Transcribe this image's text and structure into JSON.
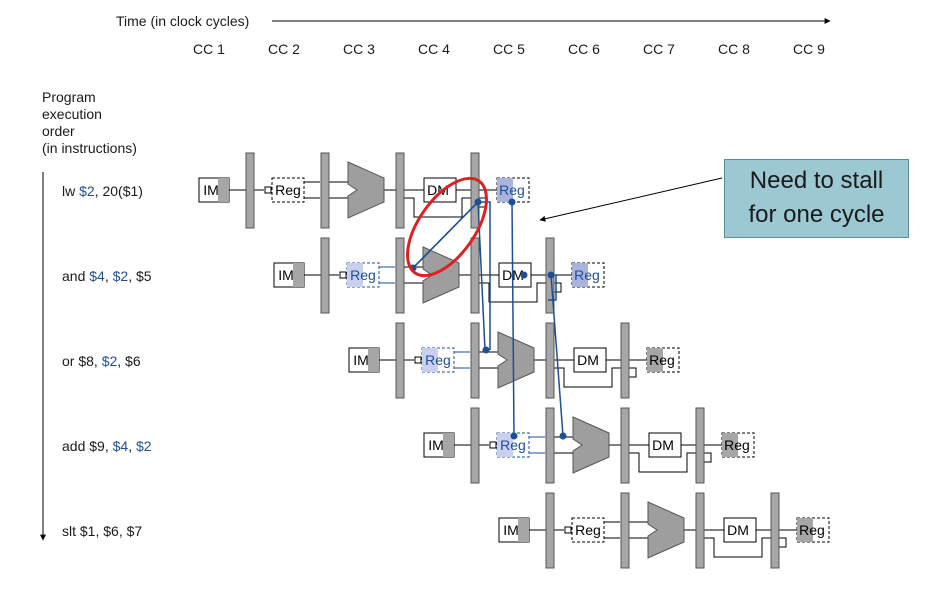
{
  "time_label": "Time (in clock cycles)",
  "cycles": [
    "CC 1",
    "CC 2",
    "CC 3",
    "CC 4",
    "CC 5",
    "CC 6",
    "CC 7",
    "CC 8",
    "CC 9"
  ],
  "order_label": [
    "Program",
    "execution",
    "order",
    "(in instructions)"
  ],
  "instructions": [
    {
      "parts": [
        {
          "t": "lw ",
          "h": false
        },
        {
          "t": "$2",
          "h": true
        },
        {
          "t": ", 20($1)",
          "h": false
        }
      ]
    },
    {
      "parts": [
        {
          "t": "and ",
          "h": false
        },
        {
          "t": "$4",
          "h": true
        },
        {
          "t": ", ",
          "h": false
        },
        {
          "t": "$2",
          "h": true
        },
        {
          "t": ", $5",
          "h": false
        }
      ]
    },
    {
      "parts": [
        {
          "t": "or $8, ",
          "h": false
        },
        {
          "t": "$2",
          "h": true
        },
        {
          "t": ", $6",
          "h": false
        }
      ]
    },
    {
      "parts": [
        {
          "t": "add $9, ",
          "h": false
        },
        {
          "t": "$4",
          "h": true
        },
        {
          "t": ", ",
          "h": false
        },
        {
          "t": "$2",
          "h": true
        }
      ]
    },
    {
      "parts": [
        {
          "t": "slt $1, $6, $7",
          "h": false
        }
      ]
    }
  ],
  "stage_labels": {
    "im": "IM",
    "reg": "Reg",
    "dm": "DM"
  },
  "callout": {
    "line1": "Need to stall",
    "line2": "for one cycle"
  },
  "colors": {
    "highlight": "#1e4f94",
    "callout_bg": "#9cc8d4",
    "stall_ellipse": "#e02020",
    "gray": "#a6a6a6",
    "reg_fill_blue": "#a9b3de"
  }
}
